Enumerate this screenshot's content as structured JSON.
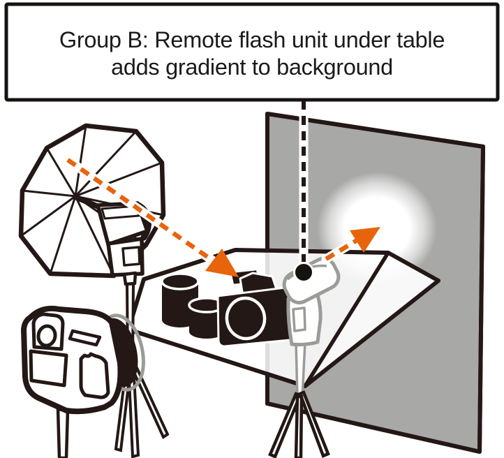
{
  "figure": {
    "caption": {
      "line1": "Group B: Remote flash unit under table",
      "line2": "adds gradient to background"
    },
    "colors": {
      "outline": "#231815",
      "accent_orange": "#e8640c",
      "backdrop_gray": "#a8a8a7",
      "flash_outline_gray": "#9b9b97",
      "caption_text": "#1a1a1a",
      "caption_border": "#161311",
      "glow_white": "#ffffff"
    },
    "icons": {
      "umbrella": "studio-umbrella-icon",
      "master_flash": "flash-unit-icon",
      "remote_flash": "remote-flash-unit-icon",
      "camera": "dslr-camera-icon",
      "backdrop": "background-panel",
      "glow": "gradient-glow",
      "light_arrow": "orange-dashed-light-arrow",
      "callout": "dashed-callout-line"
    }
  }
}
